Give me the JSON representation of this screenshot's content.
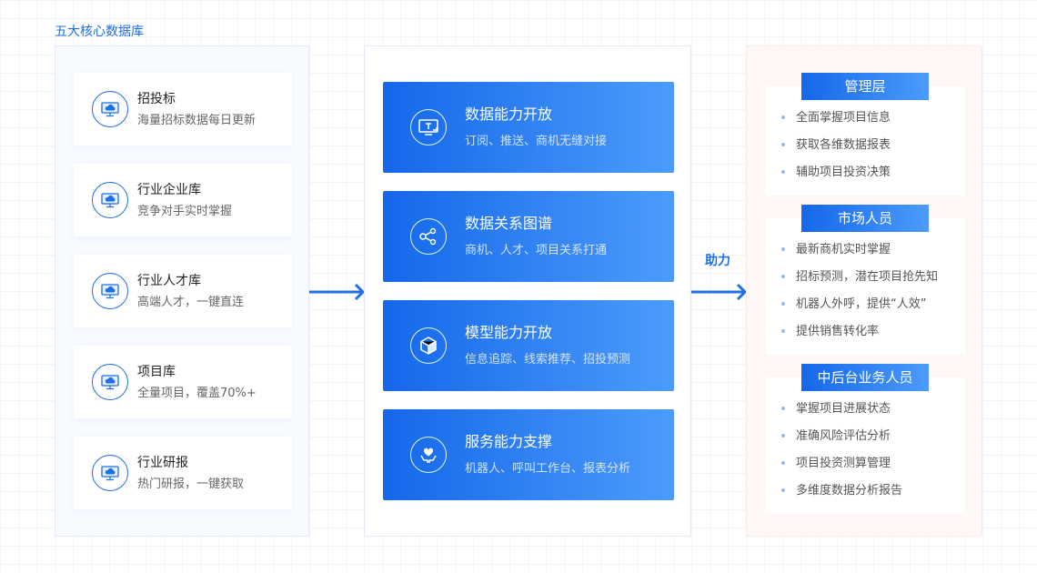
{
  "left": {
    "title": "五大核心数据库",
    "items": [
      {
        "title": "招投标",
        "desc": "海量招标数据每日更新",
        "icon": "cloud-monitor-icon"
      },
      {
        "title": "行业企业库",
        "desc": "竞争对手实时掌握",
        "icon": "cloud-monitor-icon"
      },
      {
        "title": "行业人才库",
        "desc": "高端人才，一键直连",
        "icon": "cloud-monitor-icon"
      },
      {
        "title": "项目库",
        "desc": "全量项目，覆盖70%+",
        "icon": "cloud-monitor-icon"
      },
      {
        "title": "行业研报",
        "desc": "热门研报，一键获取",
        "icon": "cloud-monitor-icon"
      }
    ]
  },
  "middle": {
    "items": [
      {
        "title": "数据能力开放",
        "desc": "订阅、推送、商机无缝对接",
        "icon": "monitor-open-icon"
      },
      {
        "title": "数据关系图谱",
        "desc": "商机、人才、项目关系打通",
        "icon": "share-graph-icon"
      },
      {
        "title": "模型能力开放",
        "desc": "信息追踪、线索推荐、招投预测",
        "icon": "cube-icon"
      },
      {
        "title": "服务能力支撑",
        "desc": "机器人、呼叫工作台、报表分析",
        "icon": "heart-hands-icon"
      }
    ]
  },
  "connector": {
    "label": "助力"
  },
  "right": {
    "groups": [
      {
        "title": "管理层",
        "items": [
          "全面掌握项目信息",
          "获取各维数据报表",
          "辅助项目投资决策"
        ]
      },
      {
        "title": "市场人员",
        "items": [
          "最新商机实时掌握",
          "招标预测，潜在项目抢先知",
          "机器人外呼，提供“人效”",
          "提供销售转化率"
        ]
      },
      {
        "title": "中后台业务人员",
        "items": [
          "掌握项目进展状态",
          "准确风险评估分析",
          "项目投资测算管理",
          "多维度数据分析报告"
        ]
      }
    ]
  },
  "colors": {
    "accent": "#1f6fe6",
    "gradient_start": "#1468ea",
    "gradient_end": "#4d9bfb"
  }
}
